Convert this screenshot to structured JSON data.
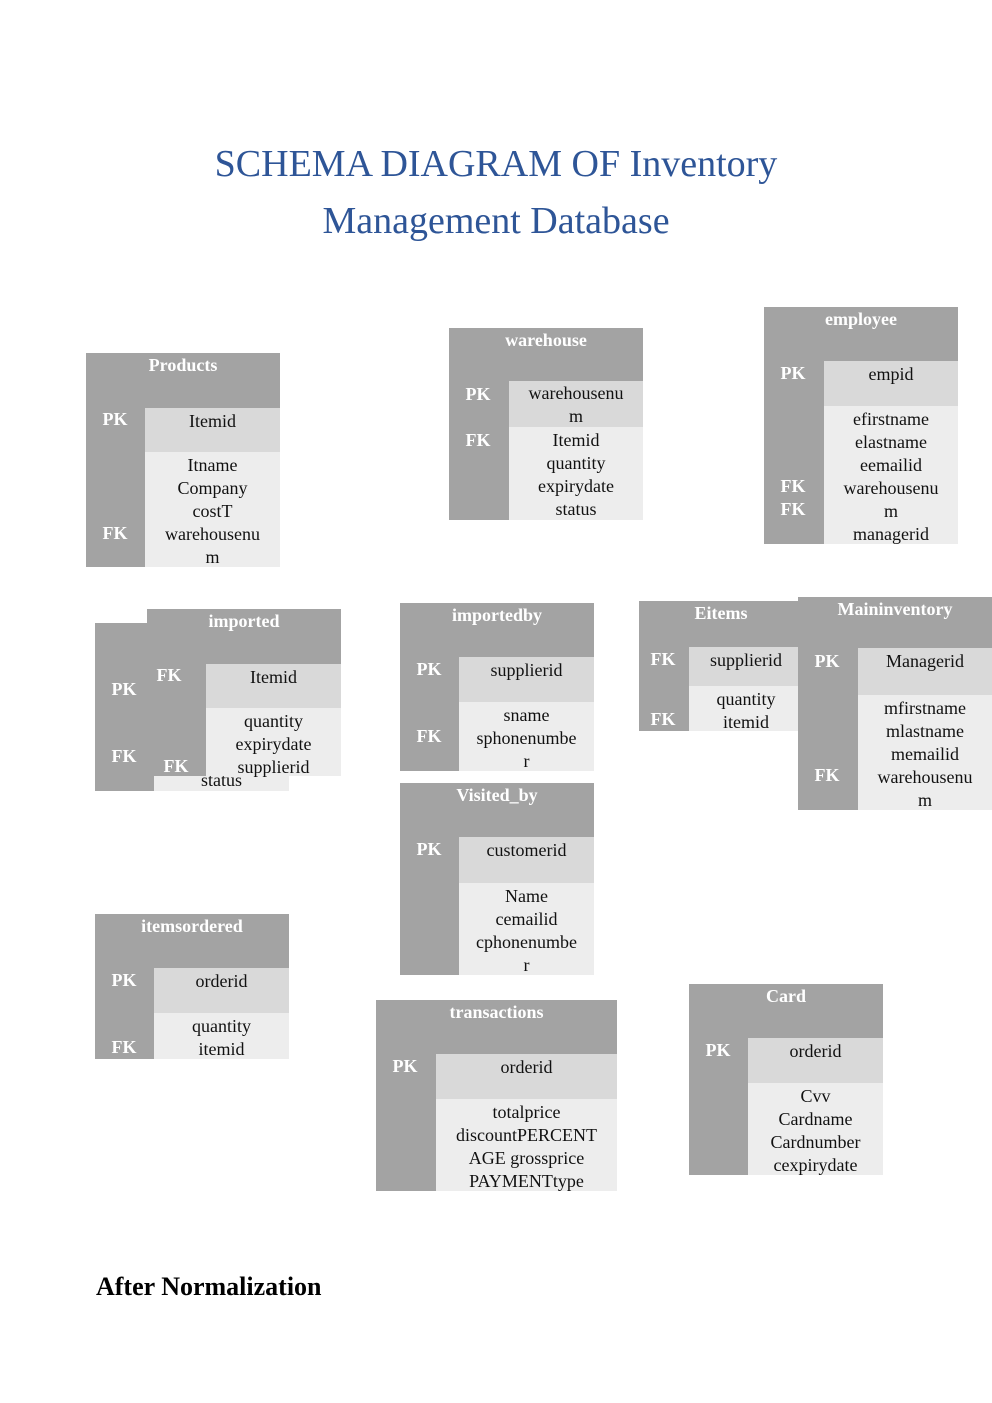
{
  "title": {
    "line1": "SCHEMA DIAGRAM OF Inventory",
    "line2": "Management Database"
  },
  "tables": {
    "products": {
      "name": "Products",
      "pk_label": "PK",
      "fk_label": "FK",
      "pk": "Itemid",
      "attrs": [
        "Itname",
        "Company",
        "costT",
        "warehousenu",
        "m"
      ]
    },
    "warehouse": {
      "name": "warehouse",
      "pk_label": "PK",
      "fk_label": "FK",
      "pk": [
        "warehousenu",
        "m"
      ],
      "attrs": [
        "Itemid",
        "quantity",
        "expirydate",
        "status"
      ]
    },
    "employee": {
      "name": "employee",
      "pk_label": "PK",
      "fk_label_1": "FK",
      "fk_label_2": "FK",
      "pk": "empid",
      "attrs": [
        "efirstname",
        "elastname",
        "eemailid",
        "warehousenu",
        "m",
        "managerid"
      ]
    },
    "imported": {
      "name": "imported",
      "pk_label": "PK",
      "fk_label_1": "FK",
      "fk_label_2": "FK",
      "fk_label_3": "FK",
      "pk": "Itemid",
      "attrs": [
        "quantity",
        "expirydate",
        "supplierid"
      ],
      "overflow": "status"
    },
    "importedby": {
      "name": "importedby",
      "pk_label": "PK",
      "fk_label": "FK",
      "pk": "supplierid",
      "attrs": [
        "sname",
        "sphonenumbe",
        "r"
      ]
    },
    "eitems": {
      "name": "Eitems",
      "fk_label_1": "FK",
      "fk_label_2": "FK",
      "pk": "supplierid",
      "attrs": [
        "quantity",
        "itemid"
      ]
    },
    "maininventory": {
      "name": "Maininventory",
      "pk_label": "PK",
      "fk_label": "FK",
      "pk": "Managerid",
      "attrs": [
        "mfirstname",
        "mlastname",
        "memailid",
        "warehousenu",
        "m"
      ]
    },
    "visited_by": {
      "name": "Visited_by",
      "pk_label": "PK",
      "pk": "customerid",
      "attrs": [
        "Name",
        "cemailid",
        "cphonenumbe",
        "r"
      ]
    },
    "itemsordered": {
      "name": "itemsordered",
      "pk_label": "PK",
      "fk_label": "FK",
      "pk": "orderid",
      "attrs": [
        "quantity",
        "itemid"
      ]
    },
    "transactions": {
      "name": "transactions",
      "pk_label": "PK",
      "pk": "orderid",
      "attrs": [
        "totalprice",
        "discountPERCENT",
        "AGE grossprice",
        "PAYMENTtype"
      ]
    },
    "card": {
      "name": "Card",
      "pk_label": "PK",
      "pk": "orderid",
      "attrs": [
        "Cvv",
        "Cardname",
        "Cardnumber",
        "cexpirydate"
      ]
    }
  },
  "after_heading": "After Normalization"
}
